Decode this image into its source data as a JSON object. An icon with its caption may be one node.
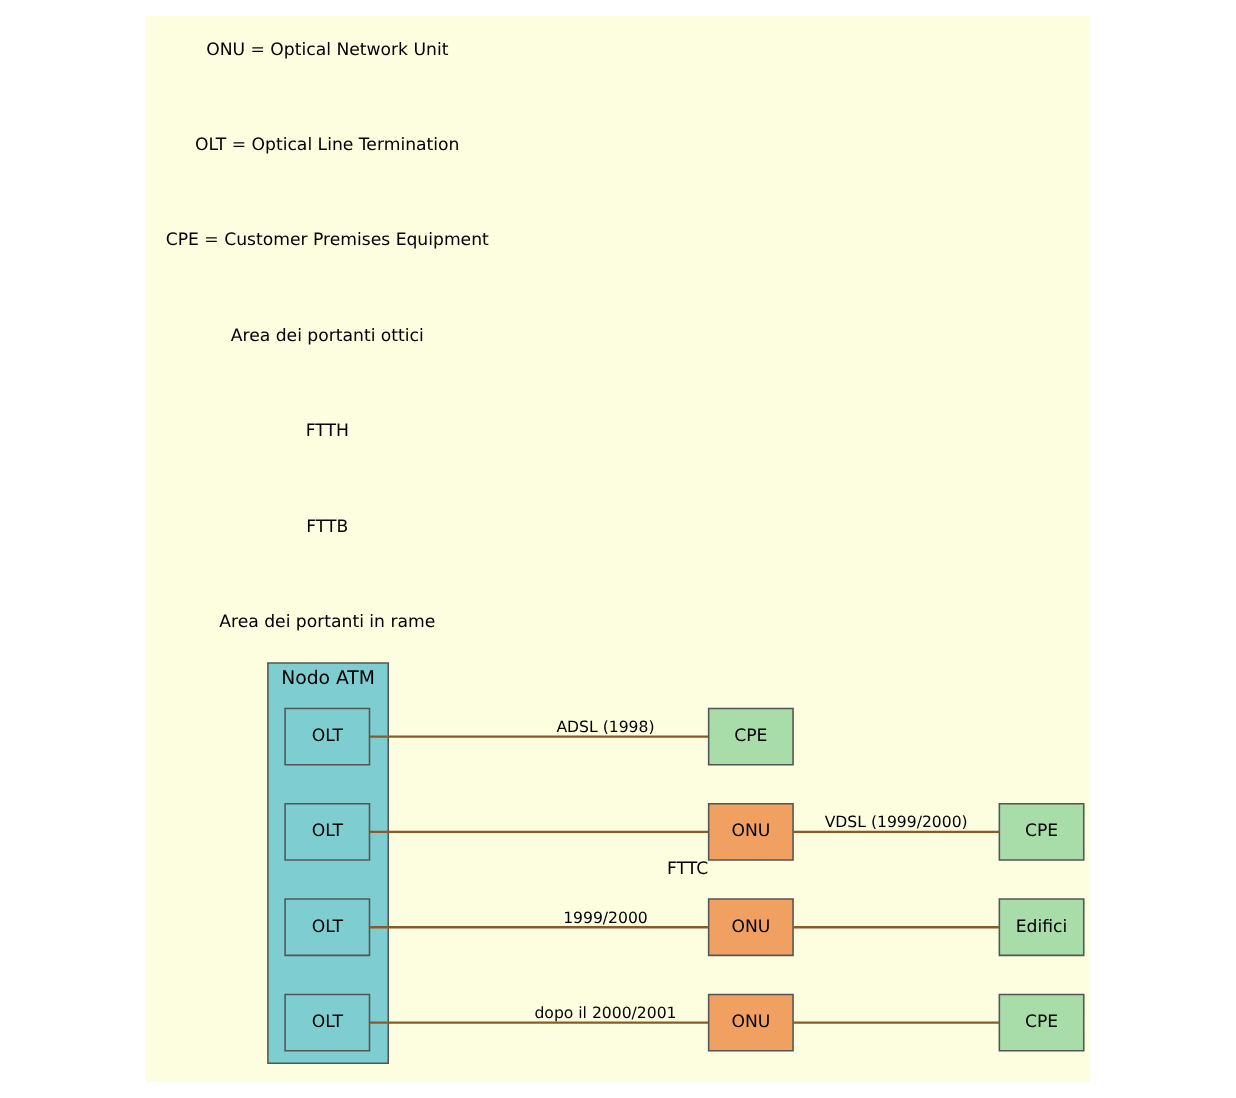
{
  "diagram": {
    "nodes": [
      {
        "text": [
          "Nodo ATM"
        ]
      },
      {
        "text": [
          "OLT"
        ],
        "in": 0
      },
      {
        "text": [
          "OLT"
        ],
        "in": 0
      },
      {
        "text": [
          "OLT"
        ],
        "in": 0
      },
      {
        "text": [
          "OLT"
        ],
        "in": 0
      },
      {
        "text": [
          "ONU"
        ],
        "beside": [
          "FTTC"
        ]
      },
      {
        "text": [
          "ONU"
        ]
      },
      {
        "text": [
          "ONU"
        ]
      },
      {
        "text": [
          "CPE"
        ]
      },
      {
        "text": [
          "CPE"
        ]
      },
      {
        "text": [
          "Edifici"
        ]
      },
      {
        "text": [
          "CPE"
        ]
      }
    ],
    "edges": [
      {
        "from": 1,
        "to": 8,
        "arrow": "none",
        "label": "ADSL (1998)"
      },
      {
        "from": 2,
        "to": 5,
        "arrow": "none"
      },
      {
        "from": 5,
        "to": 9,
        "arrow": "none",
        "label": "VDSL (1999/2000)"
      },
      {
        "from": 3,
        "to": 6,
        "arrow": "none",
        "label": "1999/2000"
      },
      {
        "from": 6,
        "to": 10,
        "arrow": "none"
      },
      {
        "from": 4,
        "to": 7,
        "arrow": "none",
        "label": "dopo il 2000/2001"
      },
      {
        "from": 7,
        "to": 11,
        "arrow": "none"
      }
    ],
    "labels": [
      "Area dei portanti in rame",
      "FTTB",
      "FTTH",
      "Area dei portanti ottici",
      "CPE = Customer Premises Equipment",
      "OLT = Optical Line Termination",
      "ONU = Optical Network Unit"
    ]
  }
}
